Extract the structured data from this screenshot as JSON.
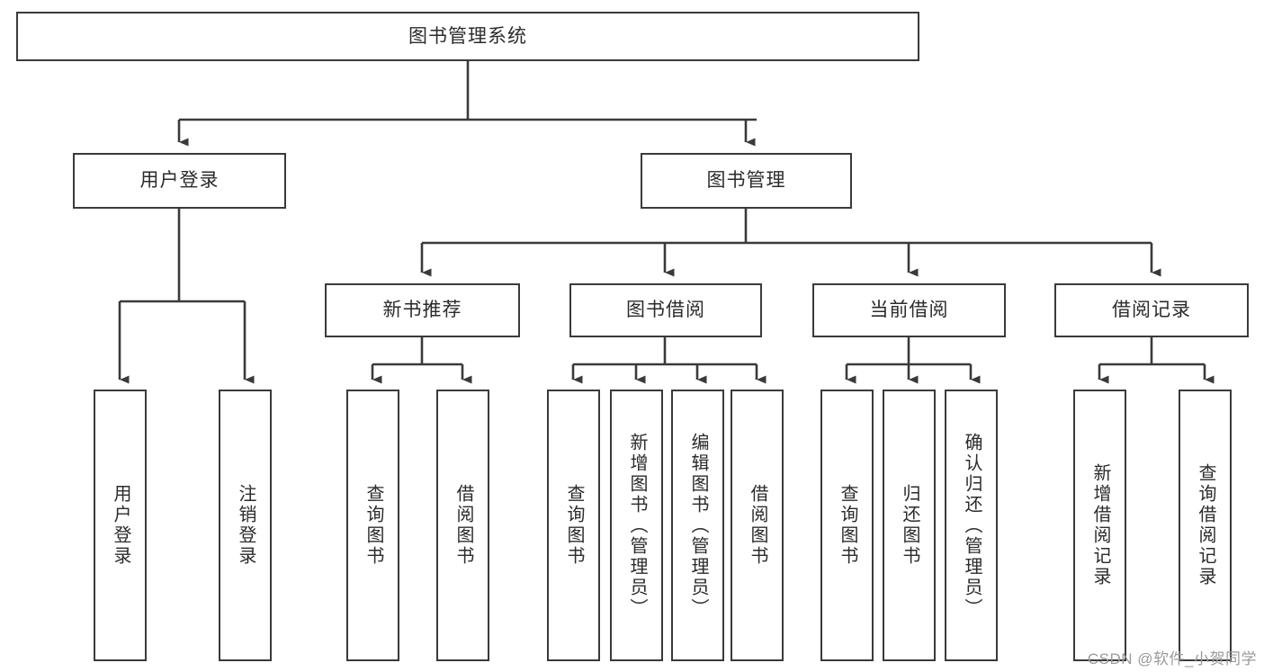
{
  "diagram": {
    "title": "图书管理系统",
    "watermark": "CSDN @软件_小贺同学",
    "line_color": "#3a3a3a",
    "box_fill": "#ffffff",
    "text_color": "#2b2b2b",
    "watermark_color": "#9a9a9a",
    "root": {
      "label": "图书管理系统"
    },
    "level2": [
      {
        "label": "用户登录"
      },
      {
        "label": "图书管理"
      }
    ],
    "level3": [
      {
        "label": "新书推荐"
      },
      {
        "label": "图书借阅"
      },
      {
        "label": "当前借阅"
      },
      {
        "label": "借阅记录"
      }
    ],
    "leaves": {
      "user_login": [
        {
          "label": "用户登录"
        },
        {
          "label": "注销登录"
        }
      ],
      "new_book_rec": [
        {
          "label": "查询图书"
        },
        {
          "label": "借阅图书"
        }
      ],
      "book_borrow": [
        {
          "label": "查询图书"
        },
        {
          "label": "新增图书（管理员）"
        },
        {
          "label": "编辑图书（管理员）"
        },
        {
          "label": "借阅图书"
        }
      ],
      "current_borrow": [
        {
          "label": "查询图书"
        },
        {
          "label": "归还图书"
        },
        {
          "label": "确认归还（管理员）"
        }
      ],
      "borrow_record": [
        {
          "label": "新增借阅记录"
        },
        {
          "label": "查询借阅记录"
        }
      ]
    }
  }
}
